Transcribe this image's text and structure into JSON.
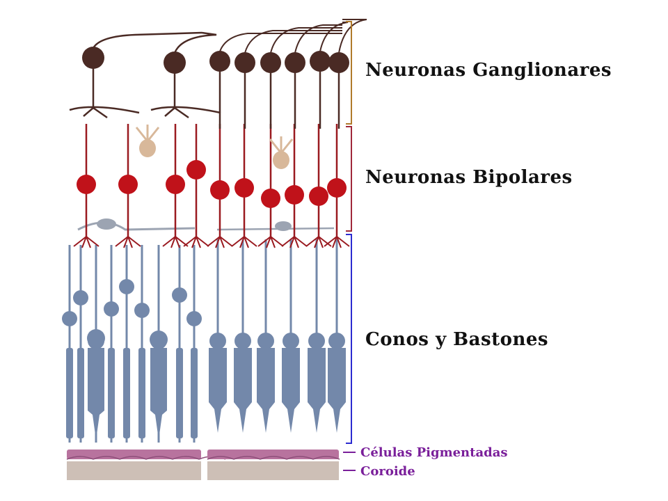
{
  "labels": {
    "ganglion": "Neuronas Ganglionares",
    "bipolar": "Neuronas Bipolares",
    "photoreceptors": "Conos y Bastones",
    "pigment": "Células Pigmentadas",
    "choroid": "Coroide"
  },
  "colors": {
    "ganglion_cell": "#4a2a24",
    "bipolar_cell": "#c0121a",
    "bipolar_axon": "#9a1a20",
    "photoreceptor": "#7388aa",
    "amacrine": "#d8b89a",
    "horizontal": "#9ca4b2",
    "pigment_layer": "#b8739e",
    "choroid_layer": "#cdbfb6",
    "bracket_ganglion": "#b07a2a",
    "bracket_bipolar": "#a0283a",
    "bracket_photoreceptor": "#2b2bd0",
    "label_small": "#7a1f9a"
  }
}
